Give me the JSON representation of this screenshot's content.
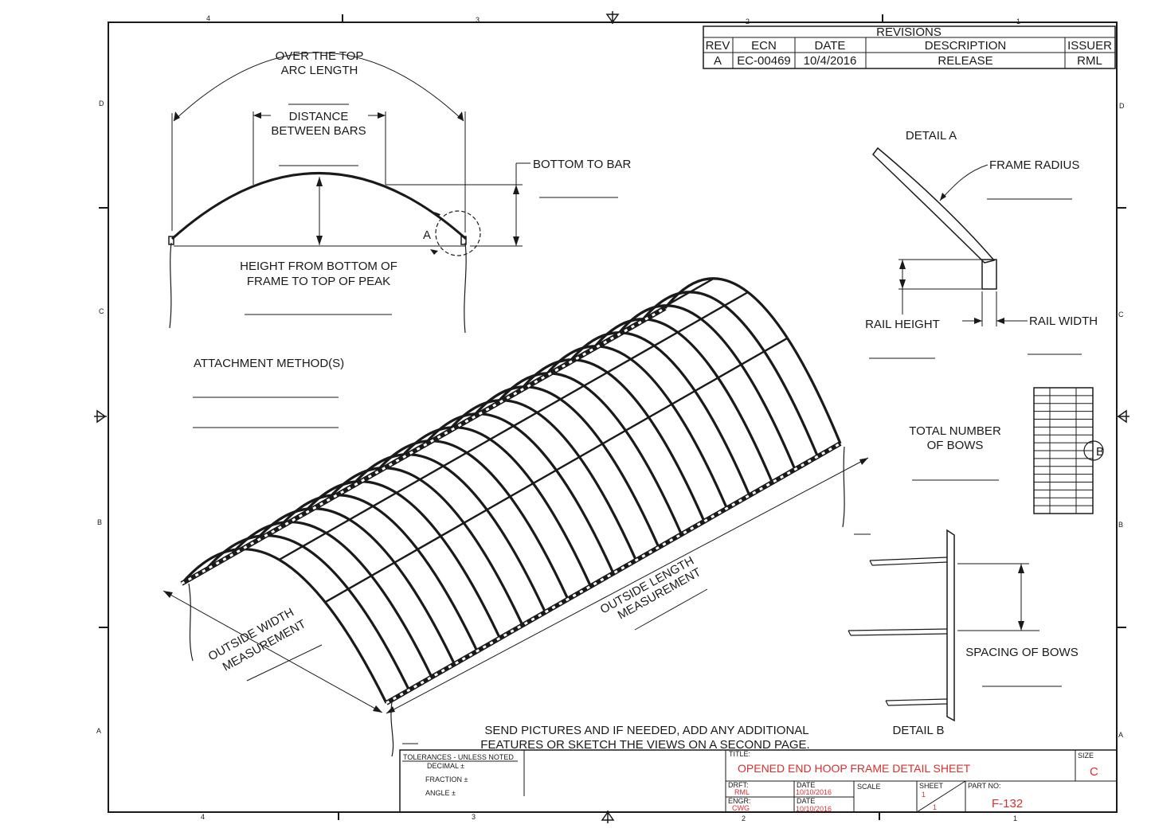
{
  "revisions": {
    "title": "REVISIONS",
    "headers": [
      "REV",
      "ECN",
      "DATE",
      "DESCRIPTION",
      "ISSUER"
    ],
    "row": [
      "A",
      "EC-00469",
      "10/4/2016",
      "RELEASE",
      "RML"
    ]
  },
  "zones": {
    "top": [
      "4",
      "3",
      "2",
      "1"
    ],
    "bottom": [
      "4",
      "3",
      "2",
      "1"
    ],
    "left": [
      "D",
      "C",
      "B",
      "A"
    ],
    "right": [
      "D",
      "C",
      "B",
      "A"
    ]
  },
  "front_view": {
    "arc_length": [
      "OVER THE TOP",
      "ARC LENGTH"
    ],
    "distance": [
      "DISTANCE",
      "BETWEEN BARS"
    ],
    "bottom_to_bar": "BOTTOM TO BAR",
    "height": [
      "HEIGHT FROM BOTTOM OF",
      "FRAME TO TOP OF PEAK"
    ],
    "detail_callout": "A"
  },
  "attachment": "ATTACHMENT METHOD(S)",
  "iso_view": {
    "width": [
      "OUTSIDE WIDTH",
      "MEASUREMENT"
    ],
    "length": [
      "OUTSIDE LENGTH",
      "MEASUREMENT"
    ]
  },
  "detail_a": {
    "title": "DETAIL  A",
    "frame_radius": "FRAME RADIUS",
    "rail_height": "RAIL HEIGHT",
    "rail_width": "RAIL WIDTH"
  },
  "bows": {
    "total": [
      "TOTAL NUMBER",
      "OF BOWS"
    ],
    "callout": "B"
  },
  "detail_b": {
    "title": "DETAIL  B",
    "spacing": "SPACING OF BOWS"
  },
  "note": [
    "SEND PICTURES AND IF NEEDED, ADD ANY ADDITIONAL",
    "FEATURES OR SKETCH THE VIEWS ON A SECOND PAGE."
  ],
  "title_block": {
    "tolerances": "TOLERANCES - UNLESS NOTED",
    "decimal": "DECIMAL ±",
    "fraction": "FRACTION ±",
    "angle": "ANGLE ±",
    "title_label": "TITLE:",
    "title": "OPENED END HOOP FRAME DETAIL SHEET",
    "size_label": "SIZE",
    "size": "C",
    "drft_label": "DRFT:",
    "drft": "RML",
    "engr_label": "ENGR:",
    "engr": "CWG",
    "date_label": "DATE",
    "drft_date": "10/10/2016",
    "engr_date": "10/10/2016",
    "scale_label": "SCALE",
    "sheet_label": "SHEET",
    "sheet": "1",
    "sheet_of": "1",
    "part_label": "PART NO:",
    "part": "F-132"
  }
}
